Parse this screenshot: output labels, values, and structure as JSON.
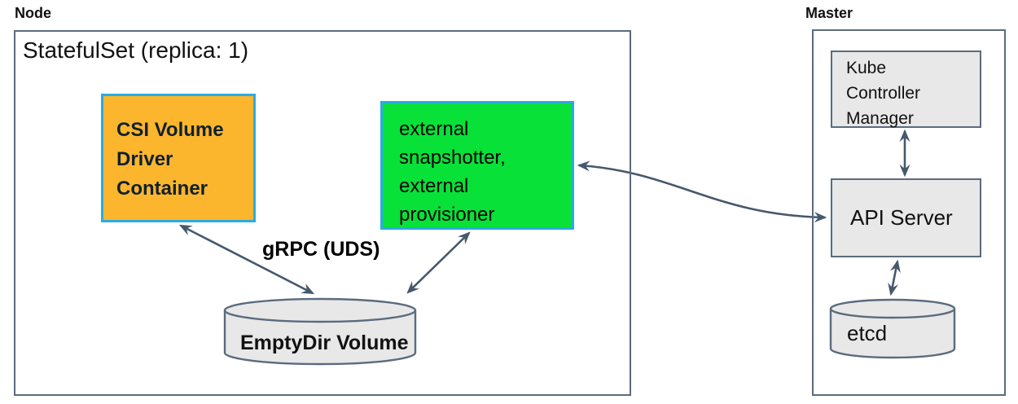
{
  "node": {
    "label": "Node",
    "statefulset_label": "StatefulSet (replica: 1)",
    "csi_box": {
      "lines": [
        "CSI Volume",
        "Driver",
        "Container"
      ]
    },
    "external_box": {
      "lines": [
        "external",
        "snapshotter,",
        "external",
        "provisioner"
      ]
    },
    "grpc_label": "gRPC (UDS)",
    "emptydir_label": "EmptyDir Volume"
  },
  "master": {
    "label": "Master",
    "kcm_box": {
      "lines": [
        "Kube",
        "Controller",
        "Manager"
      ]
    },
    "api_label": "API Server",
    "etcd_label": "etcd"
  },
  "connections": [
    "CSI Volume Driver Container <-> EmptyDir Volume (gRPC UDS)",
    "external snapshotter/provisioner <-> EmptyDir Volume (gRPC UDS)",
    "external snapshotter/provisioner <-> API Server",
    "Kube Controller Manager <-> API Server",
    "API Server <-> etcd"
  ],
  "colors": {
    "outline_border": "#5b6b7e",
    "arrow": "#46586c",
    "csi_fill": "#fcb62d",
    "external_fill": "#07e138",
    "component_border": "#2aabe2",
    "gray_fill": "#e8e8e8",
    "text": "#111111"
  }
}
